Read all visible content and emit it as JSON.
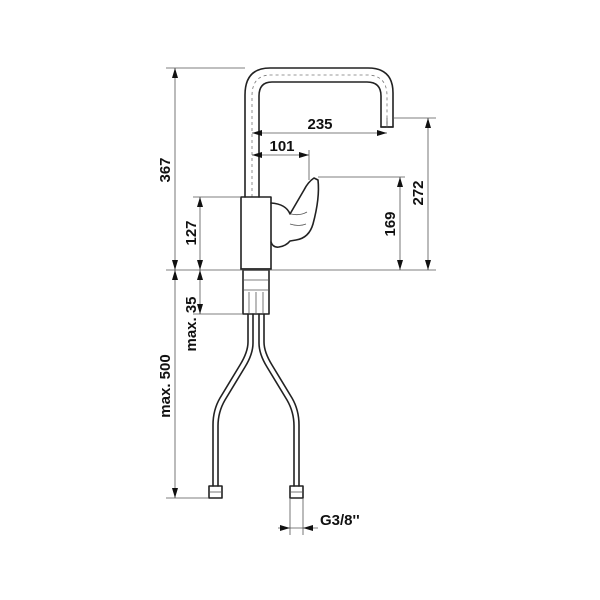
{
  "diagram": {
    "type": "technical-drawing",
    "subject": "single-lever kitchen faucet",
    "line_color": "#222222",
    "dimensions": {
      "total_height": "367",
      "spout_reach": "235",
      "lever_offset": "101",
      "spout_outlet_height": "272",
      "lever_height": "169",
      "body_height": "127",
      "shank_length": "max. 35",
      "hose_length": "max. 500",
      "connection_thread": "G3/8''"
    }
  }
}
